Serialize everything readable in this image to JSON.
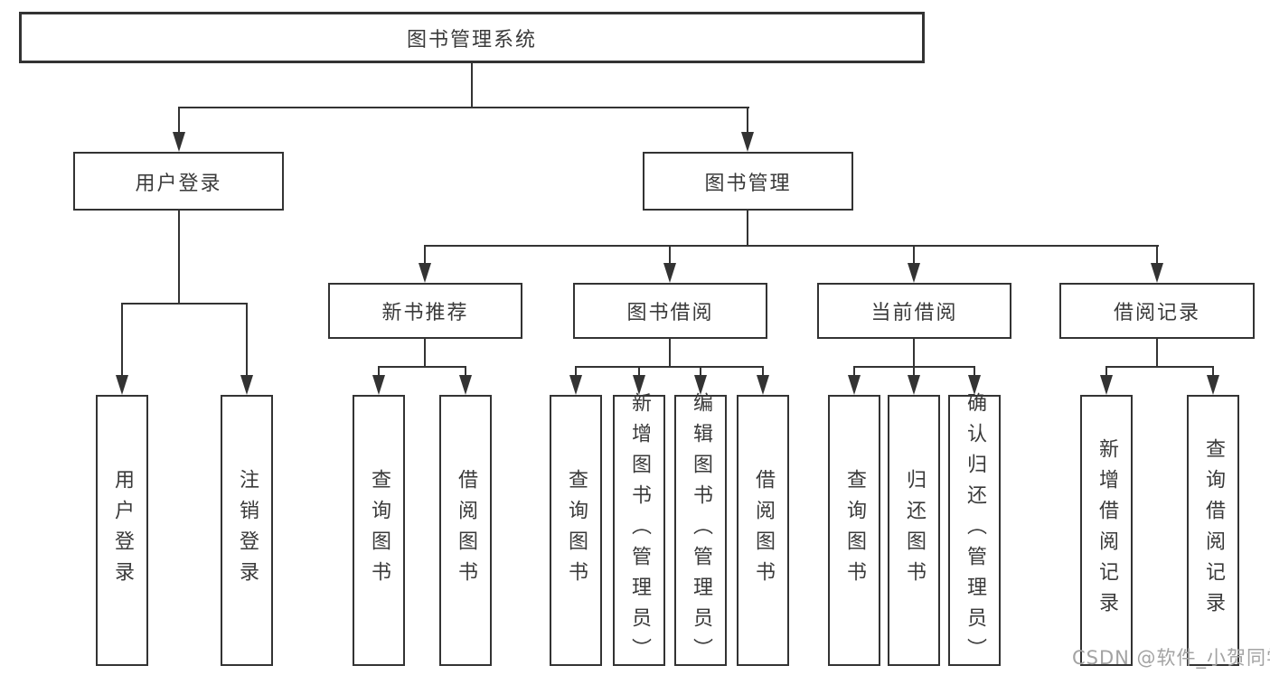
{
  "diagram": {
    "title": "图书管理系统",
    "type": "hierarchy-tree"
  },
  "tree": {
    "label": "图书管理系统",
    "children": [
      {
        "label": "用户登录",
        "children": [
          {
            "label": "用户登录"
          },
          {
            "label": "注销登录"
          }
        ]
      },
      {
        "label": "图书管理",
        "children": [
          {
            "label": "新书推荐",
            "children": [
              {
                "label": "查询图书"
              },
              {
                "label": "借阅图书"
              }
            ]
          },
          {
            "label": "图书借阅",
            "children": [
              {
                "label": "查询图书"
              },
              {
                "label": "新增图书（管理员）"
              },
              {
                "label": "编辑图书（管理员）"
              },
              {
                "label": "借阅图书"
              }
            ]
          },
          {
            "label": "当前借阅",
            "children": [
              {
                "label": "查询图书"
              },
              {
                "label": "归还图书"
              },
              {
                "label": "确认归还（管理员）"
              }
            ]
          },
          {
            "label": "借阅记录",
            "children": [
              {
                "label": "新增借阅记录"
              },
              {
                "label": "查询借阅记录"
              }
            ]
          }
        ]
      }
    ]
  },
  "watermark": {
    "text": "CSDN @软件_小贺同学",
    "color": "#a3a3a3"
  },
  "colors": {
    "line": "#333333",
    "box_border": "#333333",
    "box_bg": "#ffffff",
    "text": "#3a3a3a"
  }
}
